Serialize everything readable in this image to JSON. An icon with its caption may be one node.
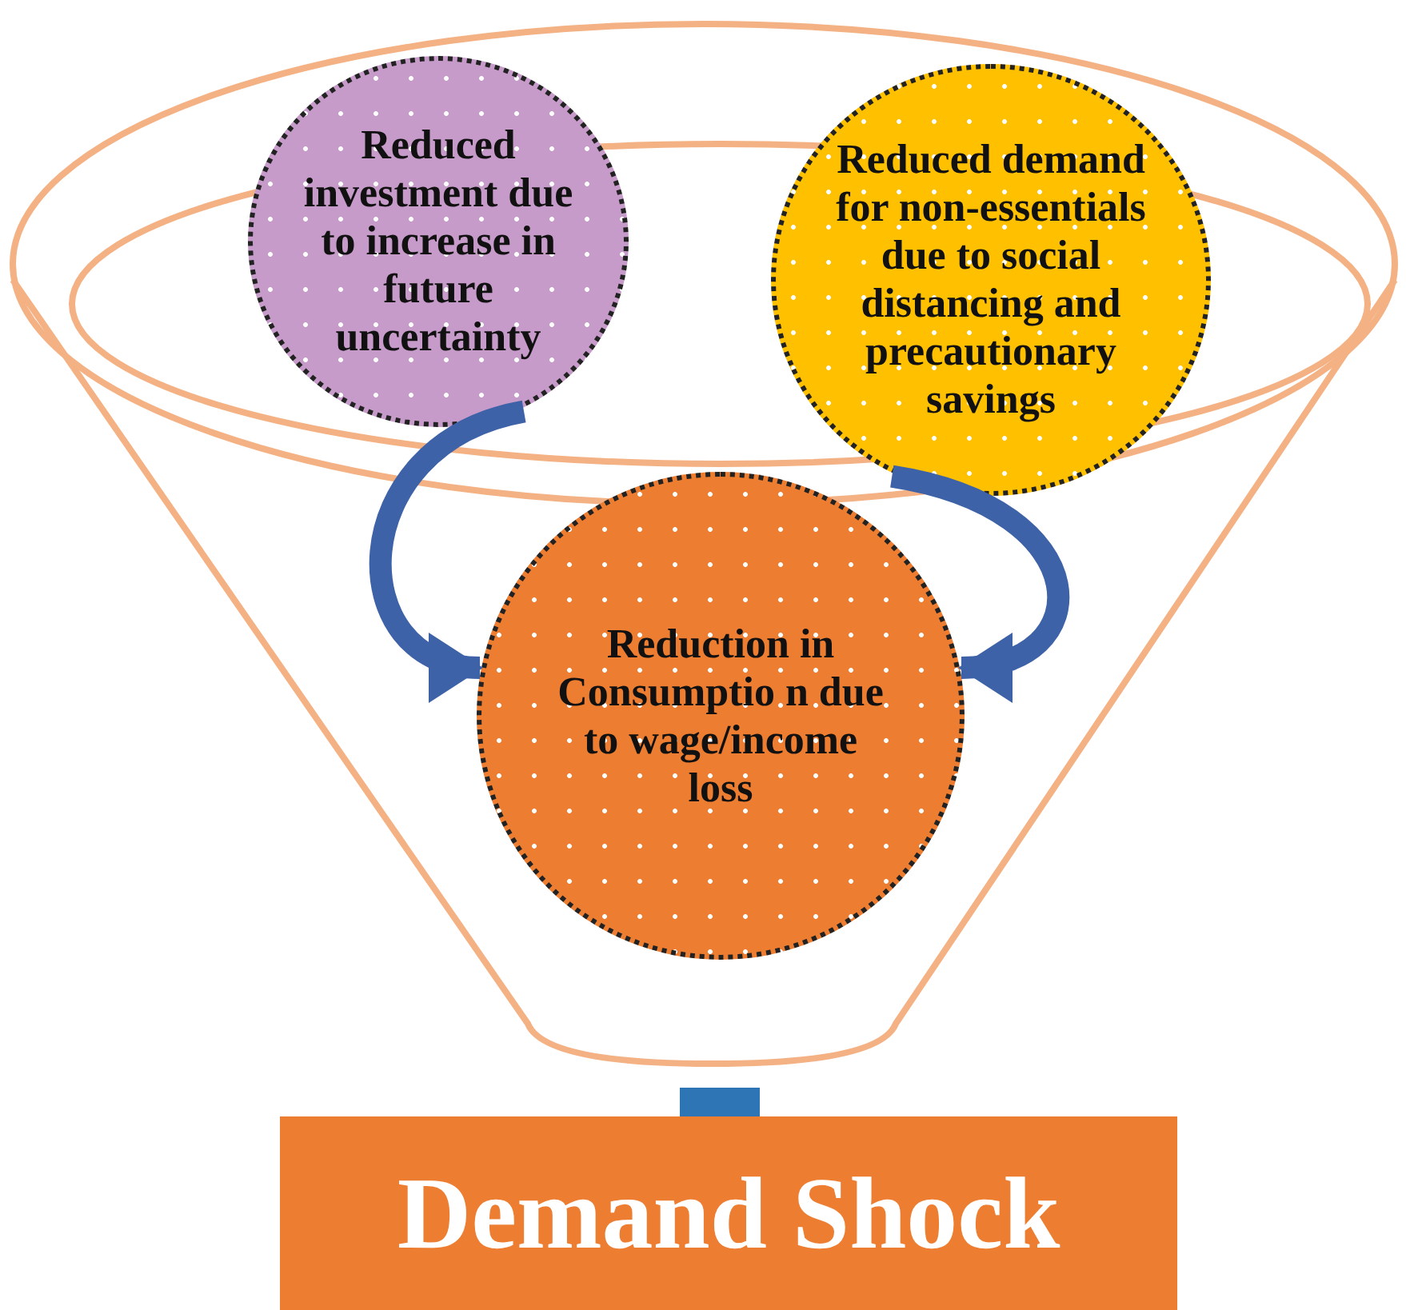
{
  "diagram": {
    "nodes": [
      {
        "text": [
          "Reduced investment due to increase in future uncertainty"
        ]
      },
      {
        "text": [
          "Reduced demand for non-essentials due to social distancing and precautionary savings"
        ]
      },
      {
        "text": [
          "Reduction in Consumptio n due to wage/income loss"
        ]
      },
      {
        "text": [
          "Demand Shock"
        ]
      }
    ],
    "edges": [
      {
        "from": 0,
        "to": 2,
        "arrow": "to"
      },
      {
        "from": 1,
        "to": 2,
        "arrow": "to"
      }
    ]
  }
}
